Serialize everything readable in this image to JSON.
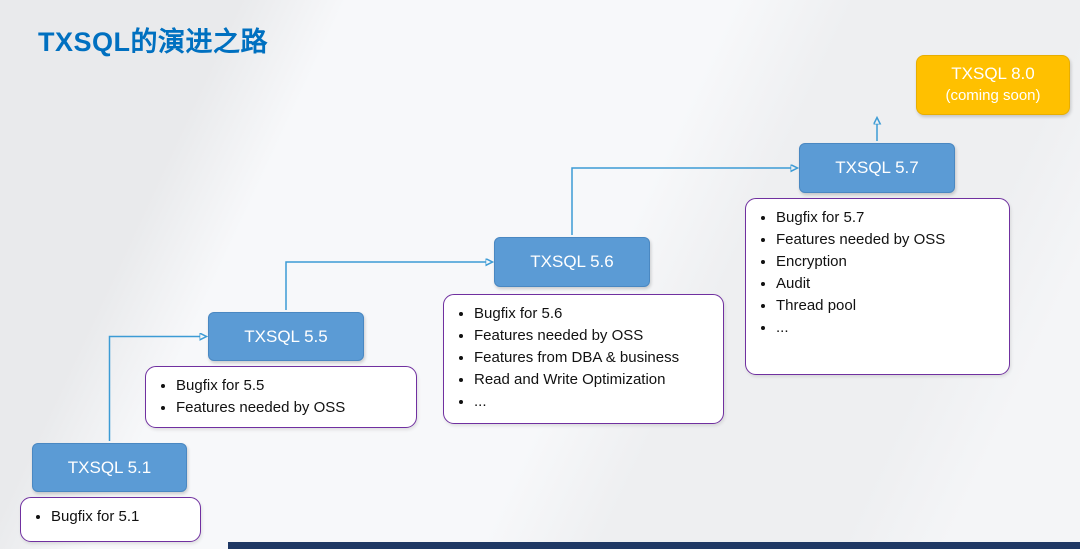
{
  "title": "TXSQL的演进之路",
  "colors": {
    "accent-blue": "#5B9BD5",
    "accent-orange": "#FFC000",
    "purple-border": "#7030A0",
    "connector": "#3C9BD5",
    "title-blue": "#0070C0",
    "footer-bar": "#1F3864"
  },
  "nodes": [
    {
      "id": "txsql-5-1",
      "label": "TXSQL 5.1",
      "items": [
        "Bugfix for 5.1"
      ]
    },
    {
      "id": "txsql-5-5",
      "label": "TXSQL 5.5",
      "items": [
        "Bugfix for 5.5",
        "Features needed by OSS"
      ]
    },
    {
      "id": "txsql-5-6",
      "label": "TXSQL 5.6",
      "items": [
        "Bugfix for 5.6",
        "Features needed by OSS",
        "Features from DBA & business",
        "Read and Write Optimization",
        "..."
      ]
    },
    {
      "id": "txsql-5-7",
      "label": "TXSQL 5.7",
      "items": [
        "Bugfix for 5.7",
        "Features needed by OSS",
        "Encryption",
        "Audit",
        "Thread pool",
        "..."
      ]
    },
    {
      "id": "txsql-8-0",
      "label": "TXSQL 8.0",
      "sublabel": "(coming soon)",
      "items": []
    }
  ]
}
